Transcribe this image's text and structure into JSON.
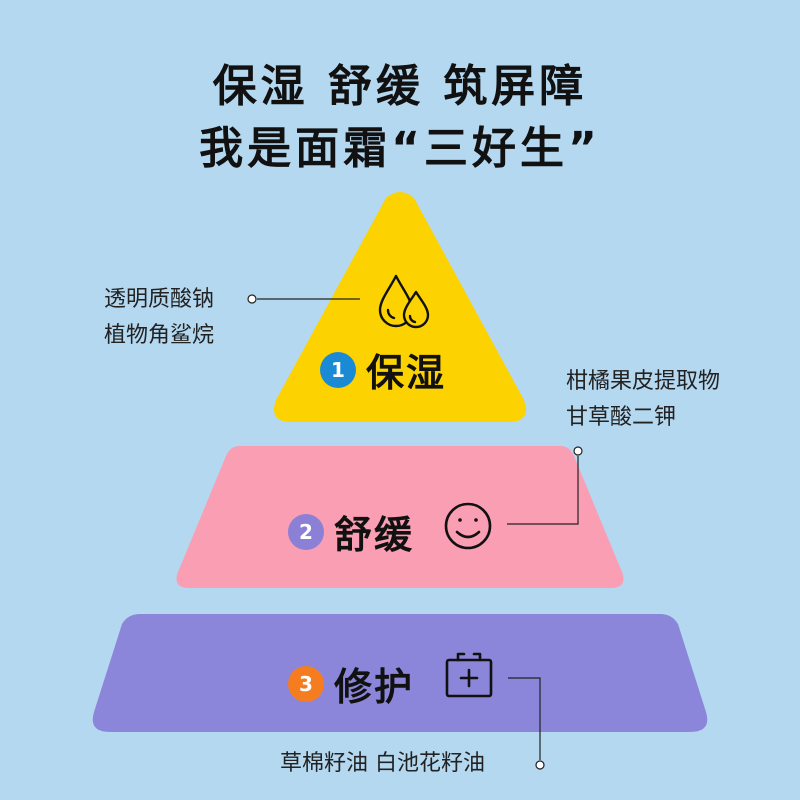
{
  "headline": {
    "line1": "保湿 舒缓 筑屏障",
    "line2": "我是面霜“三好生”"
  },
  "tiers": [
    {
      "number": "1",
      "label": "保湿",
      "icon": "water-drops-icon",
      "color": "#fcd200",
      "badge_color": "#1a8ad4",
      "ingredients": [
        "透明质酸钠",
        "植物角鲨烷"
      ]
    },
    {
      "number": "2",
      "label": "舒缓",
      "icon": "smiley-face-icon",
      "color": "#f99eb3",
      "badge_color": "#8b7fd6",
      "ingredients": [
        "柑橘果皮提取物",
        "甘草酸二钾"
      ]
    },
    {
      "number": "3",
      "label": "修护",
      "icon": "first-aid-kit-icon",
      "color": "#8b86d9",
      "badge_color": "#f57c1f",
      "ingredients": [
        "草棉籽油 白池花籽油"
      ]
    }
  ],
  "colors": {
    "background": "#b5d8f1",
    "text": "#111111"
  }
}
